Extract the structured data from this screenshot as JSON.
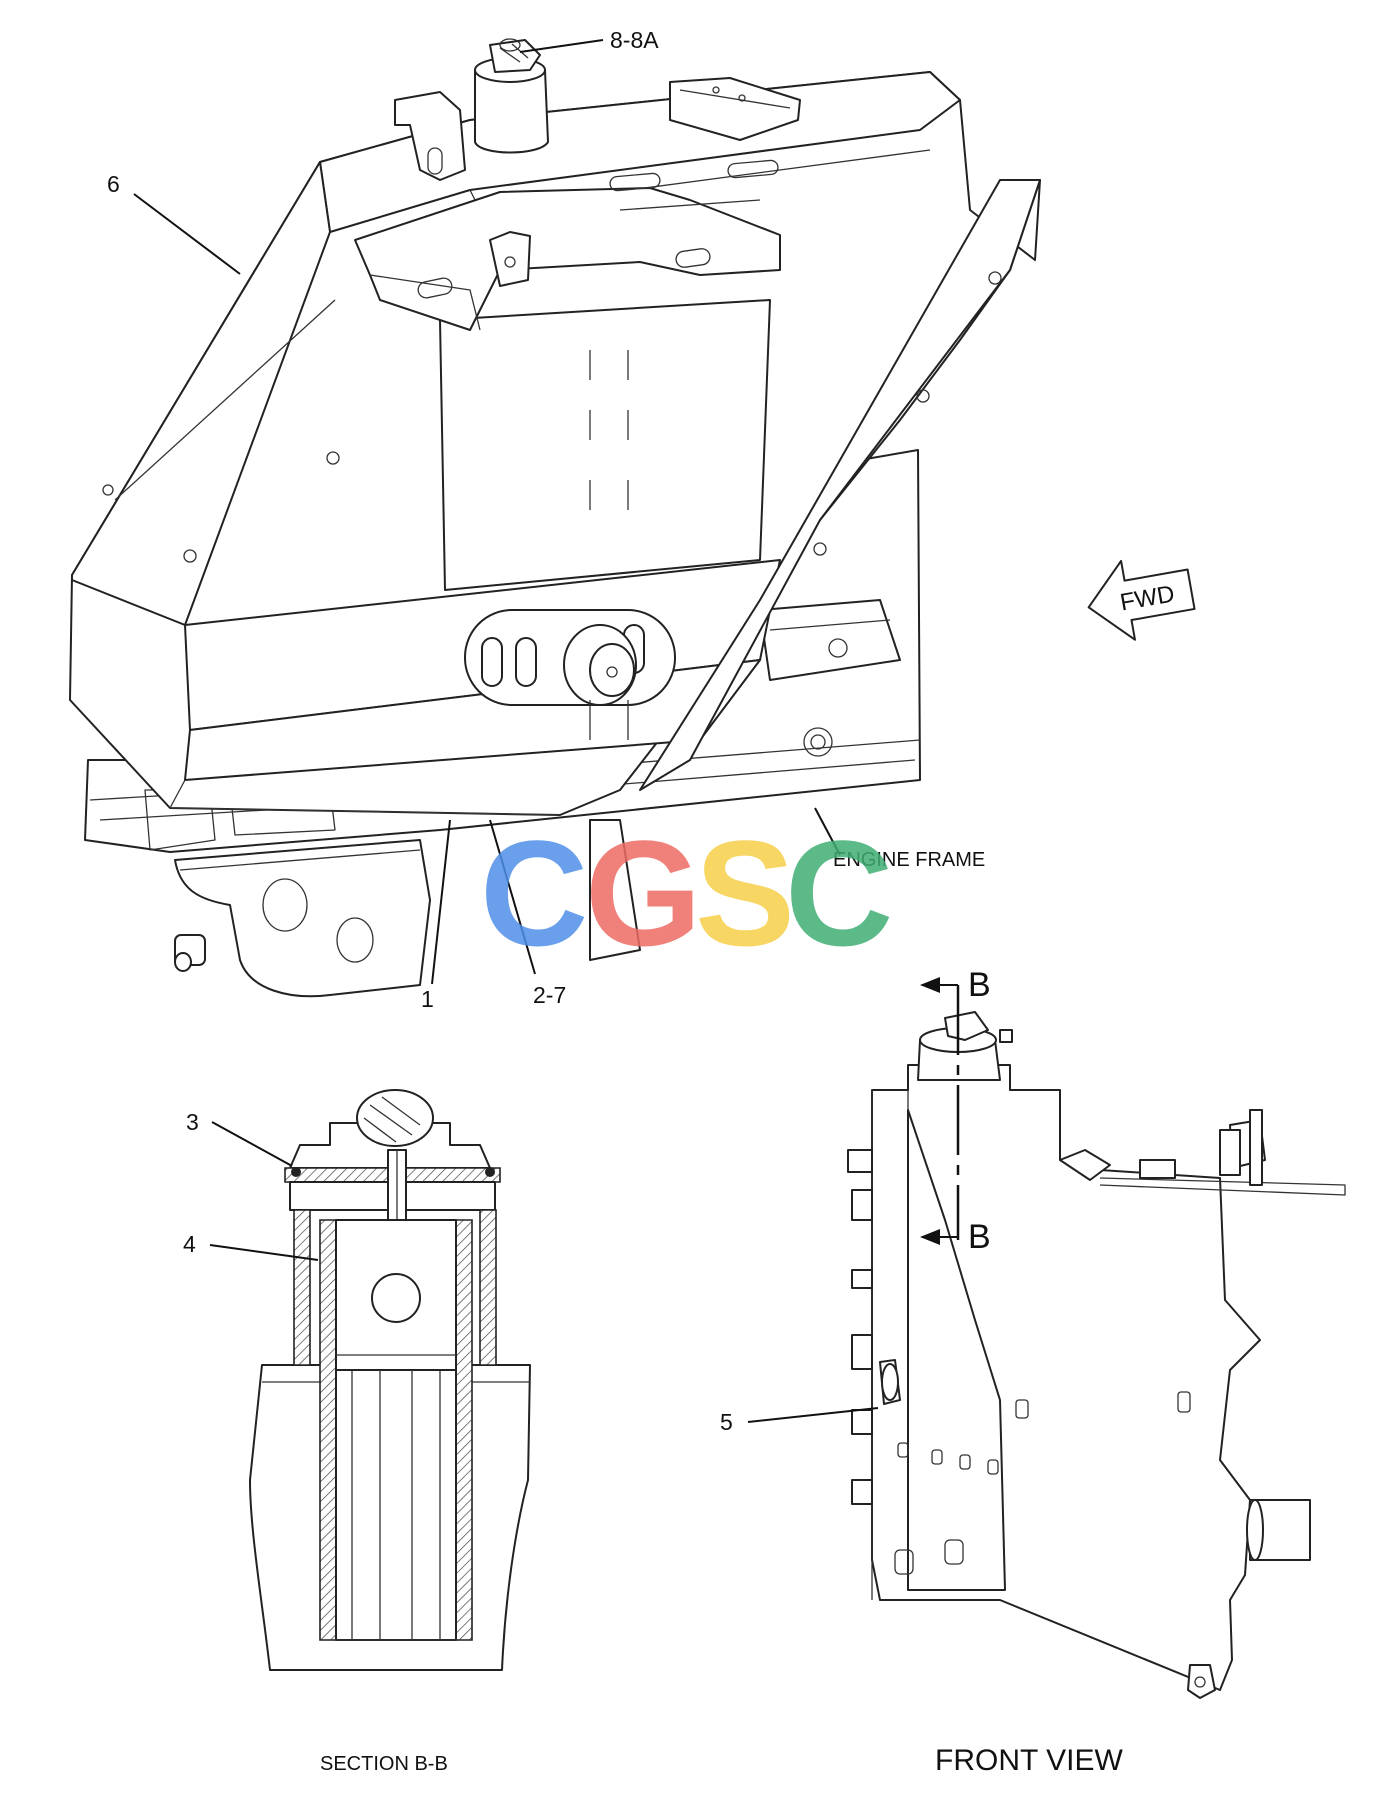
{
  "callouts": {
    "c_8_8a": "8-8A",
    "c_6": "6",
    "c_1": "1",
    "c_2_7": "2-7",
    "c_3": "3",
    "c_4": "4",
    "c_5": "5"
  },
  "labels": {
    "engine_frame": "ENGINE FRAME",
    "fwd": "FWD",
    "section_b_top": "B",
    "section_b_bottom": "B",
    "section_caption": "SECTION B-B",
    "front_view_caption": "FRONT VIEW"
  },
  "watermark": {
    "letters": [
      "C",
      "G",
      "S",
      "C"
    ],
    "colors": [
      "#4f8fe8",
      "#ee6b63",
      "#f7cf4a",
      "#3fae73"
    ]
  },
  "icons": {
    "fwd_arrow": "left-arrow-icon"
  }
}
